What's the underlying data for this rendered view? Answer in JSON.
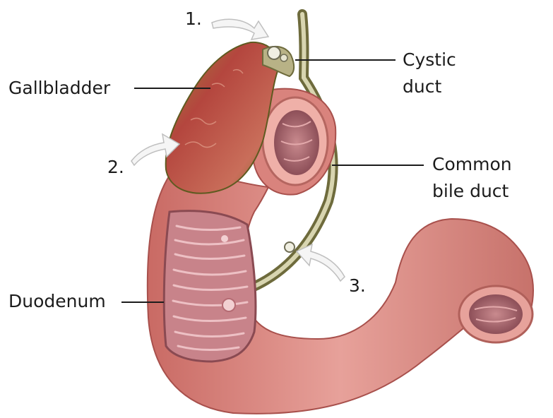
{
  "diagram": {
    "labels": {
      "gallbladder": "Gallbladder",
      "cystic_duct_line1": "Cystic",
      "cystic_duct_line2": "duct",
      "common_bile_duct_line1": "Common",
      "common_bile_duct_line2": "bile duct",
      "duodenum": "Duodenum"
    },
    "markers": {
      "one": "1.",
      "two": "2.",
      "three": "3."
    }
  }
}
